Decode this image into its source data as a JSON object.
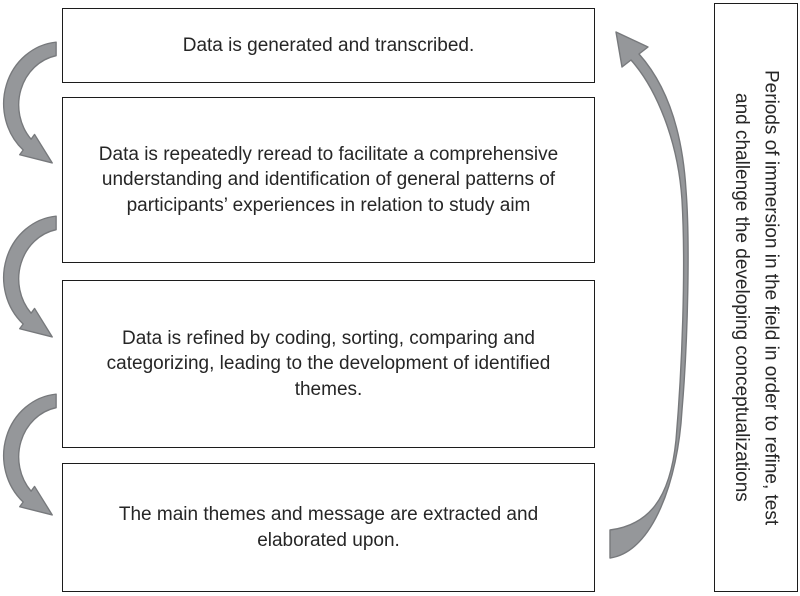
{
  "diagram": {
    "steps": [
      "Data is generated and transcribed.",
      "Data is repeatedly reread to facilitate a comprehensive understanding and identification of general patterns of participants’ experiences in relation to study aim",
      "Data is refined by coding, sorting, comparing and categorizing, leading to the development of identified themes.",
      "The main themes and message are extracted and elaborated upon."
    ],
    "side_note": {
      "line1": "Periods of immersion in the field in order to refine, test",
      "line2": "and challenge the developing conceptualizations"
    },
    "colors": {
      "arrow_fill": "#95979a",
      "arrow_outline": "#77797c",
      "box_border": "#1c1c1c",
      "text": "#262626"
    }
  }
}
